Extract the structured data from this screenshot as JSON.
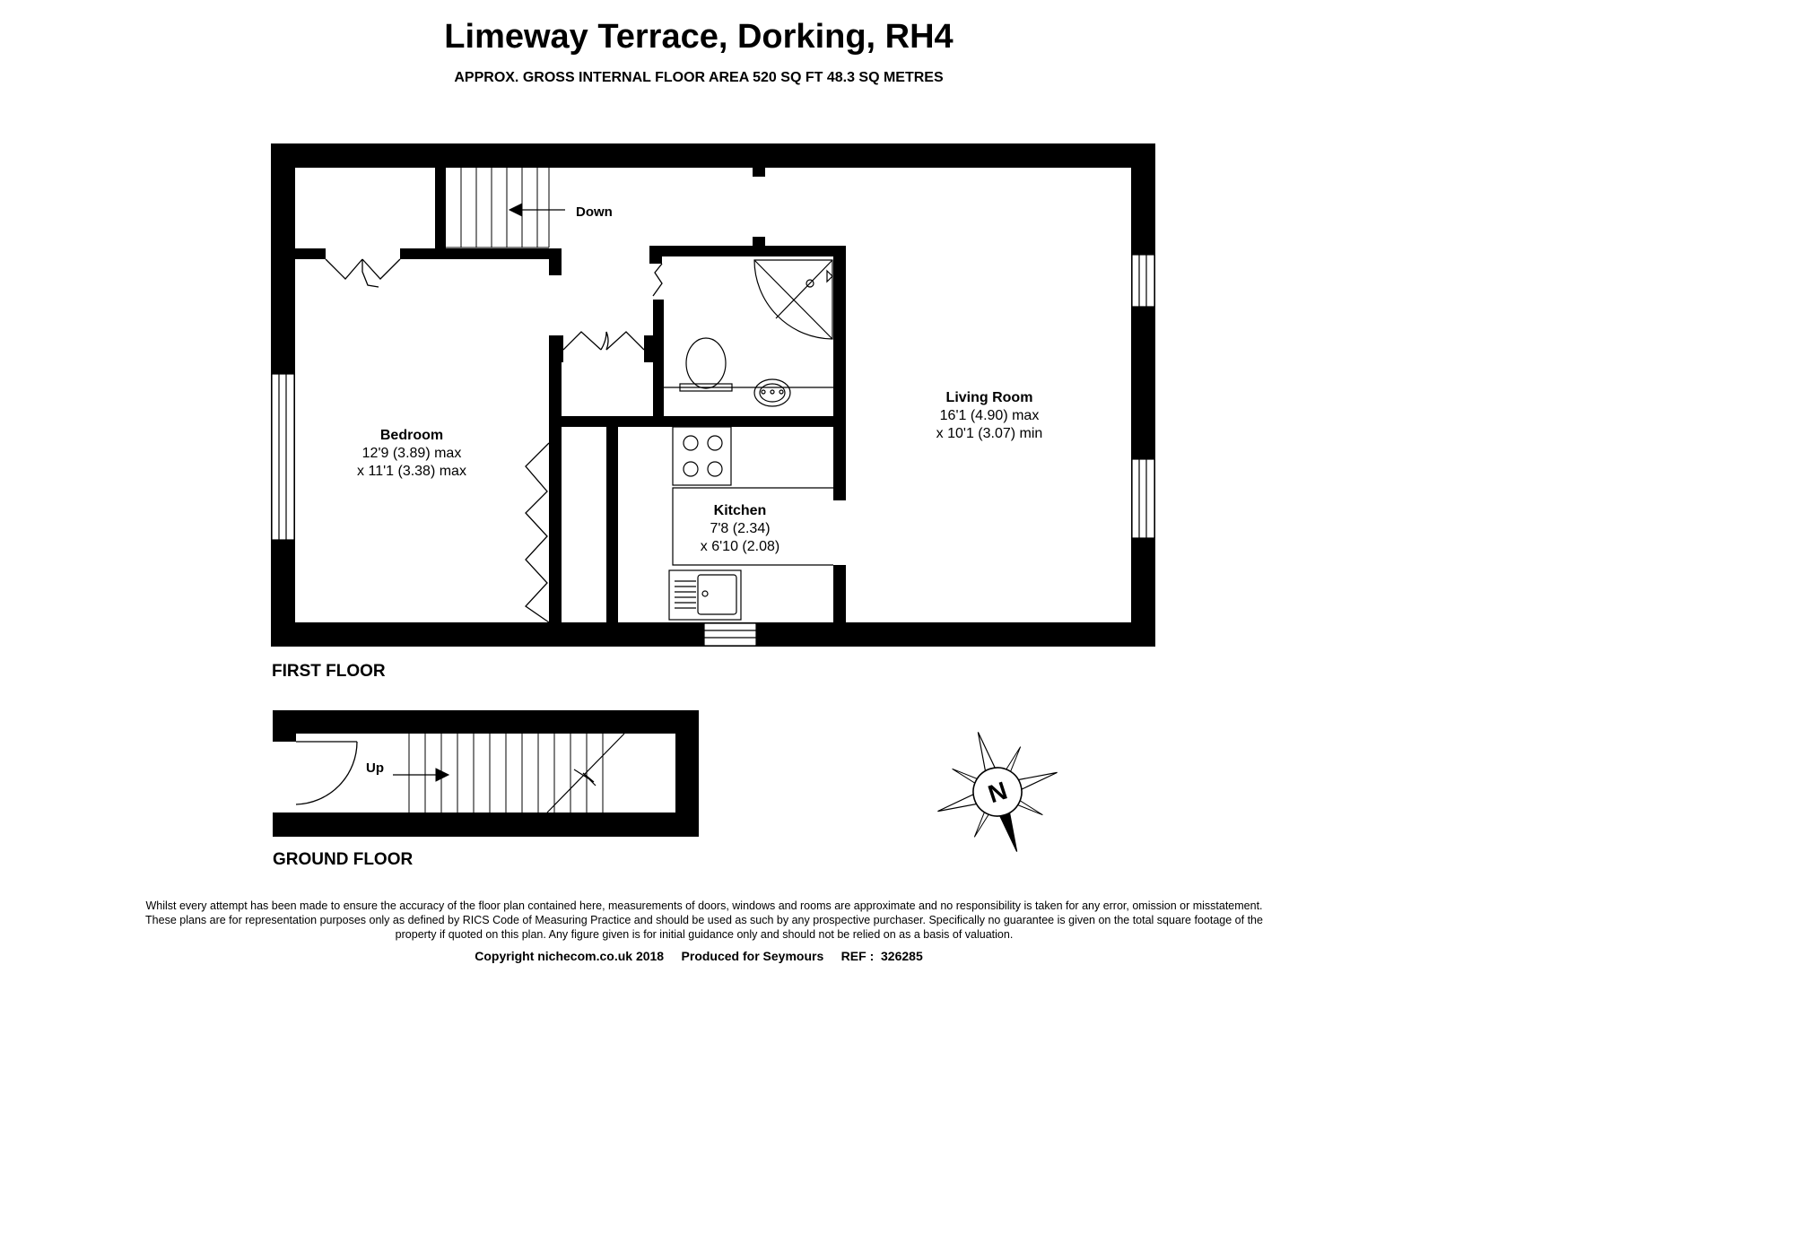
{
  "header": {
    "title": "Limeway Terrace, Dorking, RH4",
    "subtitle": "APPROX. GROSS INTERNAL FLOOR AREA 520 SQ FT 48.3 SQ METRES"
  },
  "first_floor": {
    "label": "FIRST FLOOR",
    "stairs_label": "Down",
    "rooms": {
      "bedroom": {
        "name": "Bedroom",
        "dim1": "12'9 (3.89) max",
        "dim2": "x 11'1 (3.38) max"
      },
      "living_room": {
        "name": "Living Room",
        "dim1": "16'1 (4.90) max",
        "dim2": "x 10'1 (3.07) min"
      },
      "kitchen": {
        "name": "Kitchen",
        "dim1": "7'8 (2.34)",
        "dim2": "x 6'10 (2.08)"
      }
    }
  },
  "ground_floor": {
    "label": "GROUND FLOOR",
    "stairs_label": "Up"
  },
  "compass": {
    "label": "N"
  },
  "footer": {
    "disclaimer": "Whilst every attempt has been made to ensure the accuracy of the floor plan contained here, measurements of doors, windows and rooms are approximate and no responsibility is taken for any error, omission or misstatement. These plans are for representation purposes only as defined by RICS Code of Measuring Practice and should be used as such by any prospective purchaser. Specifically no guarantee is given on the total square footage of the property if quoted on this plan. Any figure given is for initial guidance only and should not be relied on as a basis of valuation.",
    "copyright": "Copyright nichecom.co.uk 2018     Produced for Seymours     REF :  326285"
  }
}
